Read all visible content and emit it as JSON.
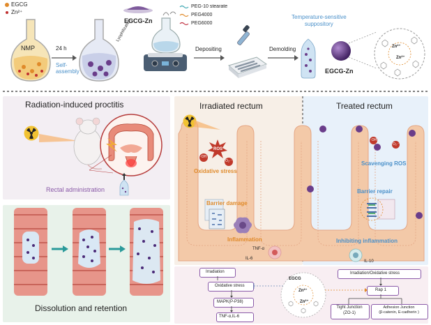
{
  "colors": {
    "accent_blue": "#4a90c9",
    "accent_orange": "#e08a2a",
    "accent_purple": "#8a5aa8",
    "irradiated_bg": "#f7efe7",
    "treated_bg": "#e8f1fa",
    "proctitis_bg": "#f3eef3",
    "dissolution_bg": "#e8f2ea",
    "pink_bg": "#f8eef2"
  },
  "top": {
    "legend_egcg": "EGCG",
    "legend_zn": "Zn²⁺",
    "flask1": "NMP",
    "step_time": "24 h",
    "step_assembly": "Self-\nassembly",
    "label_egcg_zn_powder": "EGCG-Zn",
    "label_lyophilization": "Lyophilization",
    "legend_peg10": "PEG-10 stearate",
    "legend_peg4000": "PEG4000",
    "legend_peg6000": "PEG6000",
    "label_depositing": "Depositing",
    "label_demolding": "Demolding",
    "label_suppository": "Temperature-sensitive\nsuppository",
    "label_egcg_zn": "EGCG-Zn",
    "label_zn_a": "Zn²⁺",
    "label_zn_b": "Zn²⁺"
  },
  "left": {
    "title_proctitis": "Radiation-induced proctitis",
    "label_rectal": "Rectal administration",
    "title_dissolution": "Dissolution and retention"
  },
  "right": {
    "title_irradiated": "Irradiated rectum",
    "title_treated": "Treated rectum",
    "label_ros": "ROS",
    "label_oh1": "·OH",
    "label_o2": "O₂·⁻",
    "label_oxidative": "Oxidative stress",
    "label_barrier_damage": "Barrier damage",
    "label_inflammation": "Inflammation",
    "label_tnf": "TNF-α",
    "label_il6": "IL-6",
    "label_scavenging": "Scavenging ROS",
    "label_barrier_repair": "Barrier repair",
    "label_inhibiting": "Inhibiting inflammation",
    "label_il10": "IL-10"
  },
  "pathway": {
    "irradiation": "Irradiation",
    "oxidative": "Oxidative stress",
    "mapk": "MAPK(P-P38)",
    "tnf_il6": "TNF-α,IL-6",
    "egcg": "EGCG",
    "zn_c": "Zn²⁺",
    "zn_d": "Zn²⁺",
    "irr_ox": "Irradiation/Oxidative stress",
    "rap1": "Rap 1",
    "tight": "Tight Junction\n(ZO-1)",
    "adhesion": "Adhesion Junction\n(β-catenin, E-cadherin )"
  }
}
